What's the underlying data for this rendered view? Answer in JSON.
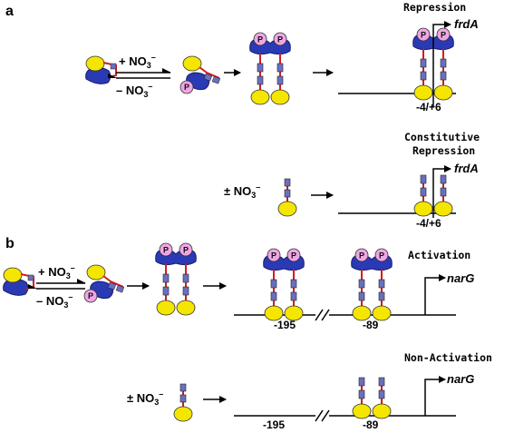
{
  "panel_a": {
    "label": "a",
    "plus_nitrate": "+ NO",
    "minus_nitrate": "– NO",
    "nitrate_sup": "3",
    "nitrate_charge": "–",
    "phospho": "P",
    "repression": {
      "title": "Repression",
      "gene": "frdA",
      "position": "-4/+6"
    },
    "constitutive": {
      "title_line1": "Constitutive",
      "title_line2": "Repression",
      "pm_nitrate": "± NO",
      "gene": "frdA",
      "position": "-4/+6"
    }
  },
  "panel_b": {
    "label": "b",
    "plus_nitrate": "+ NO",
    "minus_nitrate": "– NO",
    "nitrate_sup": "3",
    "nitrate_charge": "–",
    "phospho": "P",
    "activation": {
      "title": "Activation",
      "gene": "narG",
      "site1": "-195",
      "site2": "-89"
    },
    "non_activation": {
      "title": "Non-Activation",
      "pm_nitrate": "± NO",
      "gene": "narG",
      "site1": "-195",
      "site2": "-89"
    }
  },
  "colors": {
    "receiver_domain": "#2a3ab5",
    "phosphate": "#f0a6e6",
    "linker": "#d21e1e",
    "helix": "#6b6fc0",
    "dna_binding_domain": "#f5e600",
    "outline": "#1a1a1a"
  }
}
